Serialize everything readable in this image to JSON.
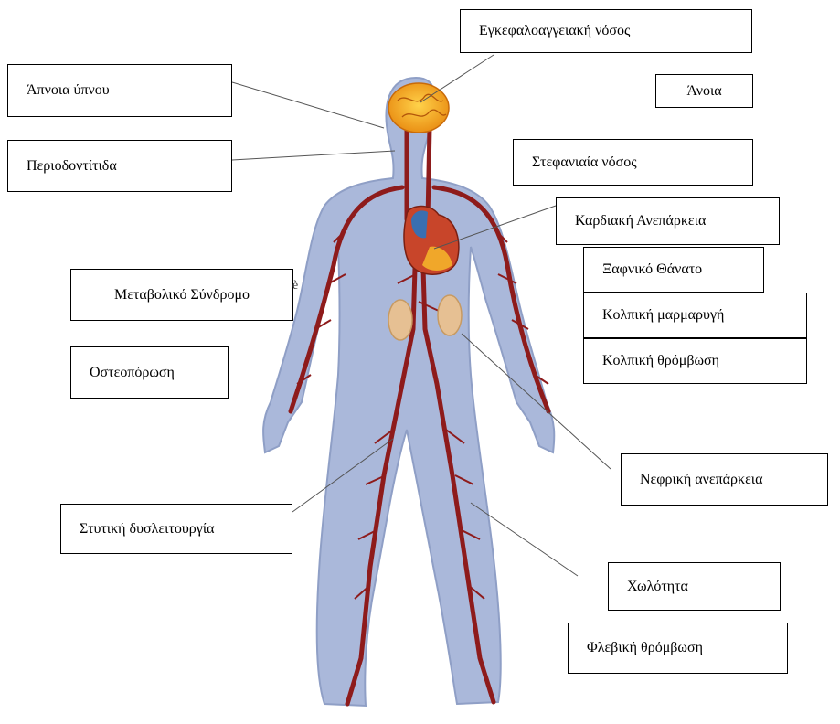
{
  "labels": {
    "stroke": "Εγκεφαλοαγγειακή νόσος",
    "sleep_apnea": "Άπνοια ύπνου",
    "dementia": "Άνοια",
    "periodontitis": "Περιοδοντίτιδα",
    "coronary_disease": "Στεφανιαία νόσος",
    "heart_failure": "Καρδιακή  Ανεπάρκεια",
    "sudden_death": "Ξαφνικό Θάνατο",
    "metabolic_syndrome": "Μεταβολικό Σύνδρομο",
    "atrial_fibrillation": "Κολπική μαρμαρυγή",
    "atrial_thrombosis": "Κολπική θρόμβωση",
    "osteoporosis": "Οστεοπόρωση",
    "renal_failure": "Νεφρική ανεπάρκεια",
    "erectile_dysfunction": "Στυτική δυσλειτουργία",
    "lameness": "Χωλότητα",
    "venous_thrombosis": "Φλεβική θρόμβωση"
  },
  "colors": {
    "body": "#aab8da",
    "body_edge": "#8f9fc6",
    "artery": "#8e1b1b",
    "brain": "#f2a51f",
    "heart": "#c8452a",
    "kidney": "#e6c093"
  }
}
